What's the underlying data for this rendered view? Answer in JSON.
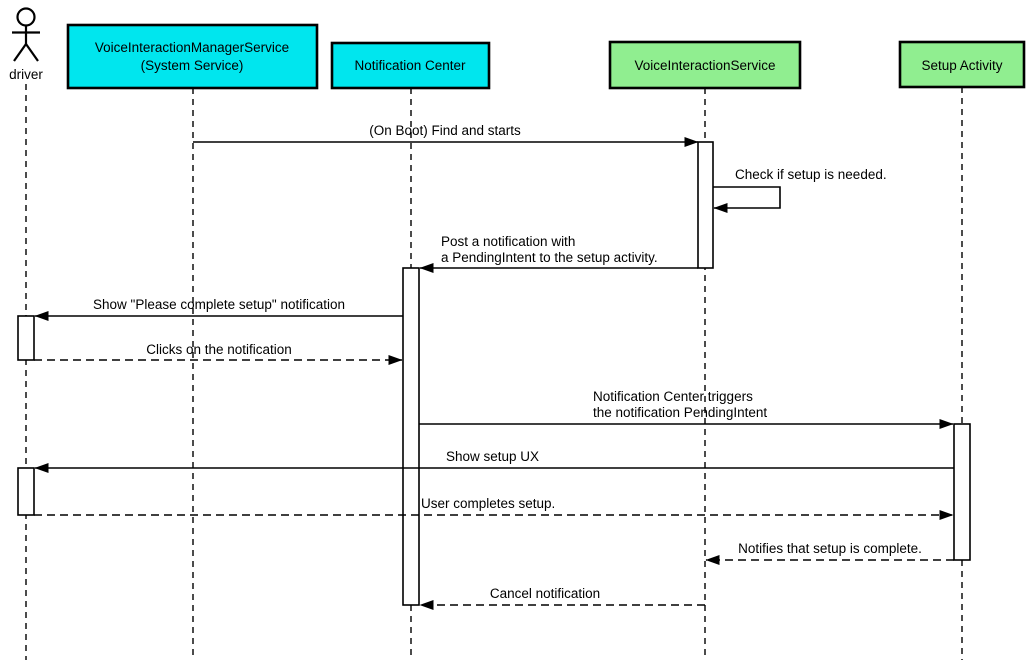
{
  "diagram": {
    "type": "uml-sequence",
    "participants": {
      "driver": {
        "label": "driver",
        "kind": "actor"
      },
      "vims": {
        "line1": "VoiceInteractionManagerService",
        "line2": "(System Service)",
        "kind": "participant"
      },
      "notification_center": {
        "label": "Notification Center",
        "kind": "participant"
      },
      "vis": {
        "label": "VoiceInteractionService",
        "kind": "participant"
      },
      "setup_activity": {
        "label": "Setup Activity",
        "kind": "participant"
      }
    },
    "colors": {
      "system_service_fill": "#00e6ee",
      "app_fill": "#90ee90",
      "stroke": "#000000",
      "background": "#ffffff"
    },
    "messages": {
      "on_boot": {
        "label": "(On Boot) Find and starts",
        "style": "solid",
        "from": "vims",
        "to": "vis"
      },
      "check_setup": {
        "label": "Check if setup is needed.",
        "style": "self",
        "from": "vis",
        "to": "vis"
      },
      "post_notification": {
        "line1": "Post a notification with",
        "line2": "a PendingIntent to the setup activity.",
        "style": "solid",
        "from": "vis",
        "to": "notification_center"
      },
      "show_notification": {
        "label": "Show \"Please complete setup\" notification",
        "style": "solid",
        "from": "notification_center",
        "to": "driver"
      },
      "click_notification": {
        "label": "Clicks on the notification",
        "style": "dashed",
        "from": "driver",
        "to": "notification_center"
      },
      "trigger_intent": {
        "line1": "Notification Center triggers",
        "line2": "the notification PendingIntent",
        "style": "solid",
        "from": "notification_center",
        "to": "setup_activity"
      },
      "show_setup_ux": {
        "label": "Show setup UX",
        "style": "solid",
        "from": "setup_activity",
        "to": "driver"
      },
      "user_completes": {
        "label": "User completes setup.",
        "style": "dashed",
        "from": "driver",
        "to": "setup_activity"
      },
      "notify_complete": {
        "label": "Notifies that setup is complete.",
        "style": "dashed",
        "from": "setup_activity",
        "to": "vis"
      },
      "cancel_notification": {
        "label": "Cancel notification",
        "style": "dashed",
        "from": "vis",
        "to": "notification_center"
      }
    }
  }
}
